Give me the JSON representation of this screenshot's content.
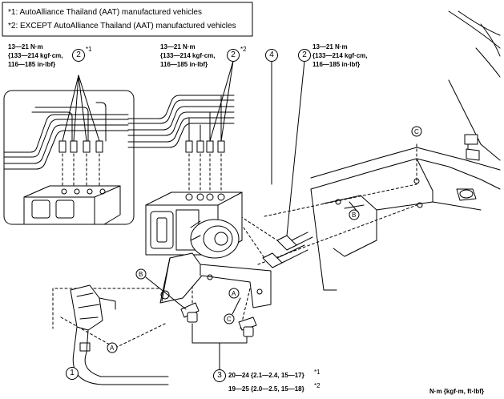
{
  "notes": {
    "note1": "*1: AutoAlliance Thailand (AAT) manufactured vehicles",
    "note2": "*2: EXCEPT AutoAlliance Thailand (AAT) manufactured vehicles"
  },
  "torque_specs": {
    "spec_a": {
      "line1": "13—21 N·m",
      "line2": "{133—214 kgf·cm,",
      "line3": "116—185 in·lbf}",
      "part": "2",
      "mark": "*1"
    },
    "spec_b": {
      "line1": "13—21 N·m",
      "line2": "{133—214 kgf·cm,",
      "line3": "116—185 in·lbf}",
      "part": "2",
      "mark": "*2"
    },
    "spec_c": {
      "line1": "13—21 N·m",
      "line2": "{133—214 kgf·cm,",
      "line3": "116—185 in·lbf}",
      "part": "2"
    },
    "spec_d": {
      "line1": "20—24 {2.1—2.4, 15—17}",
      "mark1": "*1",
      "line2": "19—25 {2.0—2.5, 15—18}",
      "mark2": "*2",
      "part": "3"
    }
  },
  "part_numbers": {
    "p1": "1",
    "p4": "4"
  },
  "reference_letters": {
    "a": "A",
    "b": "B",
    "c": "C"
  },
  "unit_legend": "N·m {kgf·m, ft·lbf}"
}
